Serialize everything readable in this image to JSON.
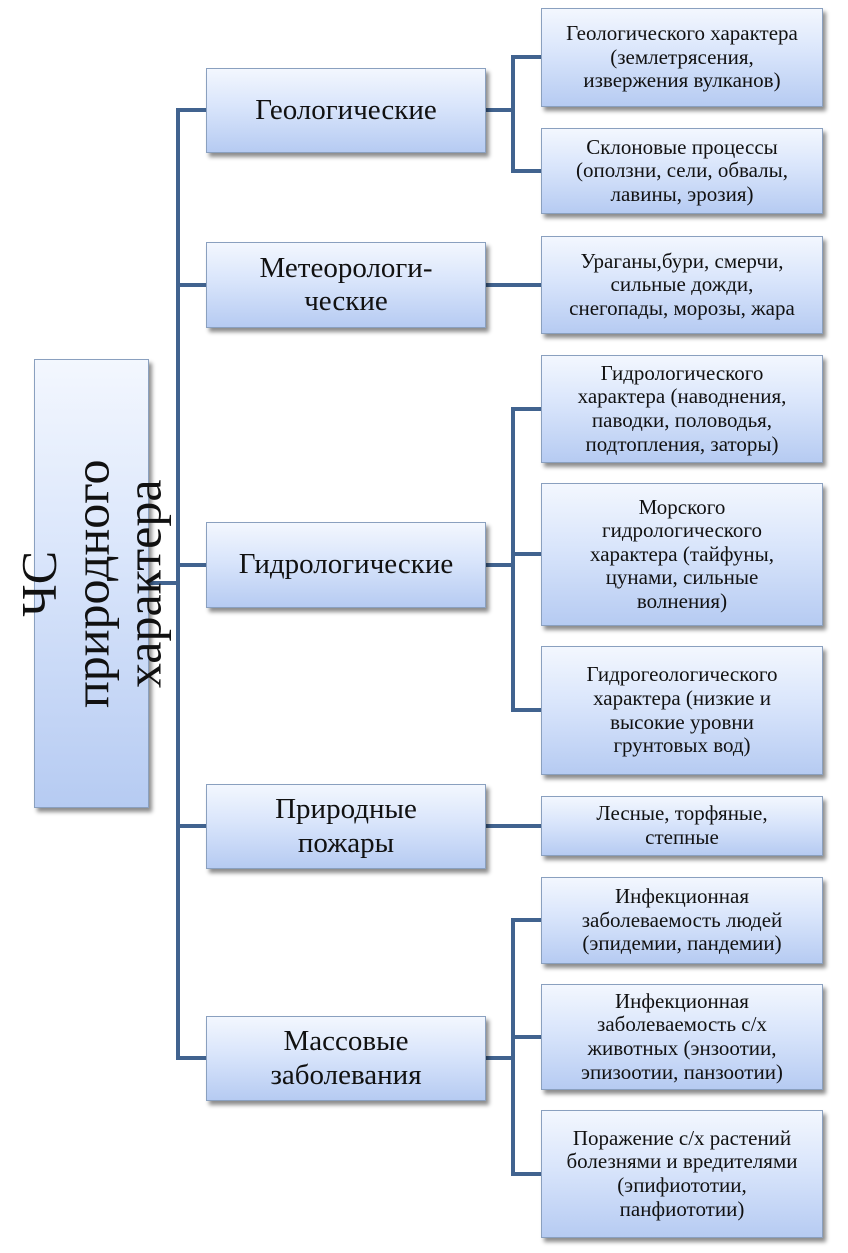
{
  "root": {
    "label": "ЧС природного\nхарактера"
  },
  "categories": [
    {
      "label": "Геологические",
      "items": [
        "Геологического характера\n(землетрясения,\nизвержения вулканов)",
        "Склоновые процессы\n(оползни, сели, обвалы,\nлавины, эрозия)"
      ]
    },
    {
      "label": "Метеорологи-\nческие",
      "items": [
        "Ураганы,бури, смерчи,\nсильные дожди,\nснегопады, морозы, жара"
      ]
    },
    {
      "label": "Гидрологические",
      "items": [
        "Гидрологического\nхарактера (наводнения,\nпаводки, половодья,\nподтопления, заторы)",
        "Морского\nгидрологического\nхарактера (тайфуны,\nцунами, сильные\nволнения)",
        "Гидрогеологического\nхарактера (низкие и\nвысокие уровни\nгрунтовых вод)"
      ]
    },
    {
      "label": "Природные\nпожары",
      "items": [
        "Лесные, торфяные,\nстепные"
      ]
    },
    {
      "label": "Массовые\nзаболевания",
      "items": [
        "Инфекционная\nзаболеваемость людей\n(эпидемии, пандемии)",
        "Инфекционная\nзаболеваемость с/х\nживотных (энзоотии,\nэпизоотии, панзоотии)",
        "Поражение с/х растений\nболезнями и вредителями\n(эпифиототии,\nпанфиототии)"
      ]
    }
  ]
}
